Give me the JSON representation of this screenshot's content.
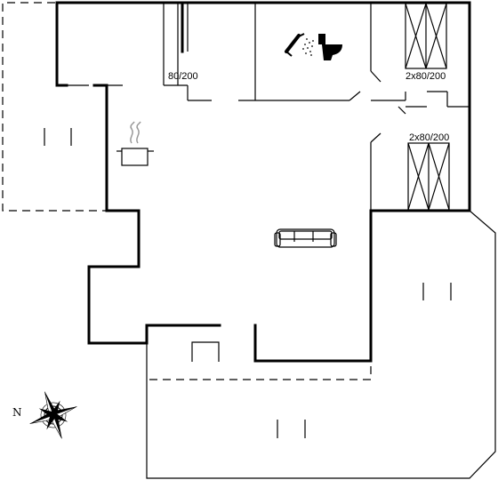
{
  "plan": {
    "bed_labels": {
      "bedroom_top": "80/200",
      "bedroom_right_top": "2x80/200",
      "bedroom_right_mid": "2x80/200"
    },
    "compass": {
      "north_letter": "N"
    },
    "icons": [
      "shower-icon",
      "toilet-icon",
      "cooking-pot-icon",
      "sofa-icon",
      "compass-rose-icon",
      "terrace-marker-icon"
    ]
  }
}
